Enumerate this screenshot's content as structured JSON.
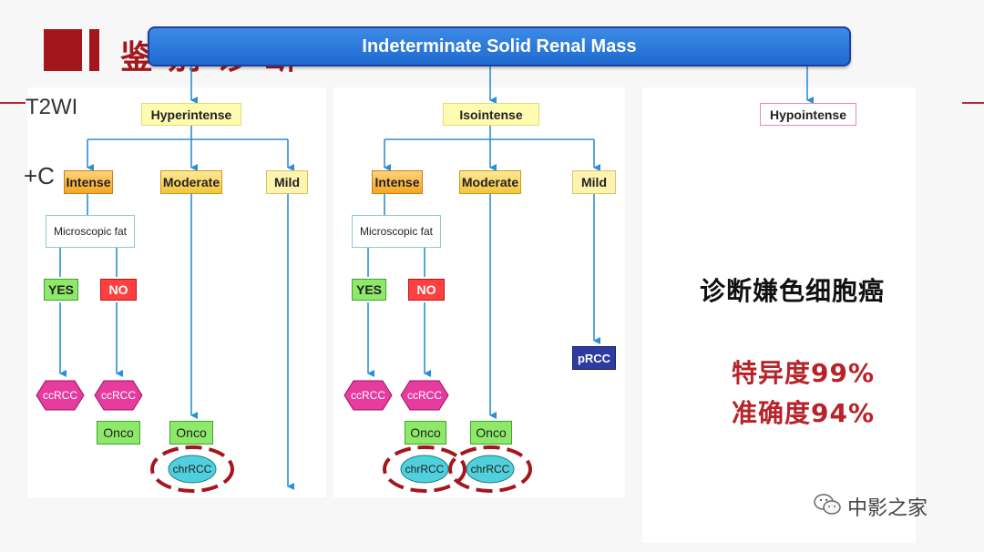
{
  "header": {
    "title_cn": "鉴   别   诊   断",
    "banner": "Indeterminate Solid Renal Mass"
  },
  "side_labels": {
    "t2": "T2WI",
    "c": "+C"
  },
  "levels": {
    "hyper": "Hyperintense",
    "iso": "Isointense",
    "hypo": "Hypointense"
  },
  "enhancement": {
    "intense": "Intense",
    "moderate": "Moderate",
    "mild": "Mild"
  },
  "micro_fat": "Microscopic fat",
  "answers": {
    "yes": "YES",
    "no": "NO"
  },
  "results": {
    "ccrcc": "ccRCC",
    "onco": "Onco",
    "chrrcc": "chrRCC",
    "prcc": "pRCC"
  },
  "notes": {
    "diagnosis": "诊断嫌色细胞癌",
    "specificity": "特异度99%",
    "accuracy": "准确度94%"
  },
  "watermark": "中影之家",
  "colors": {
    "accent_red": "#a3171c",
    "banner_blue": "#2272d6",
    "line_blue": "#2a8fd6",
    "note_red": "#b8232a"
  }
}
